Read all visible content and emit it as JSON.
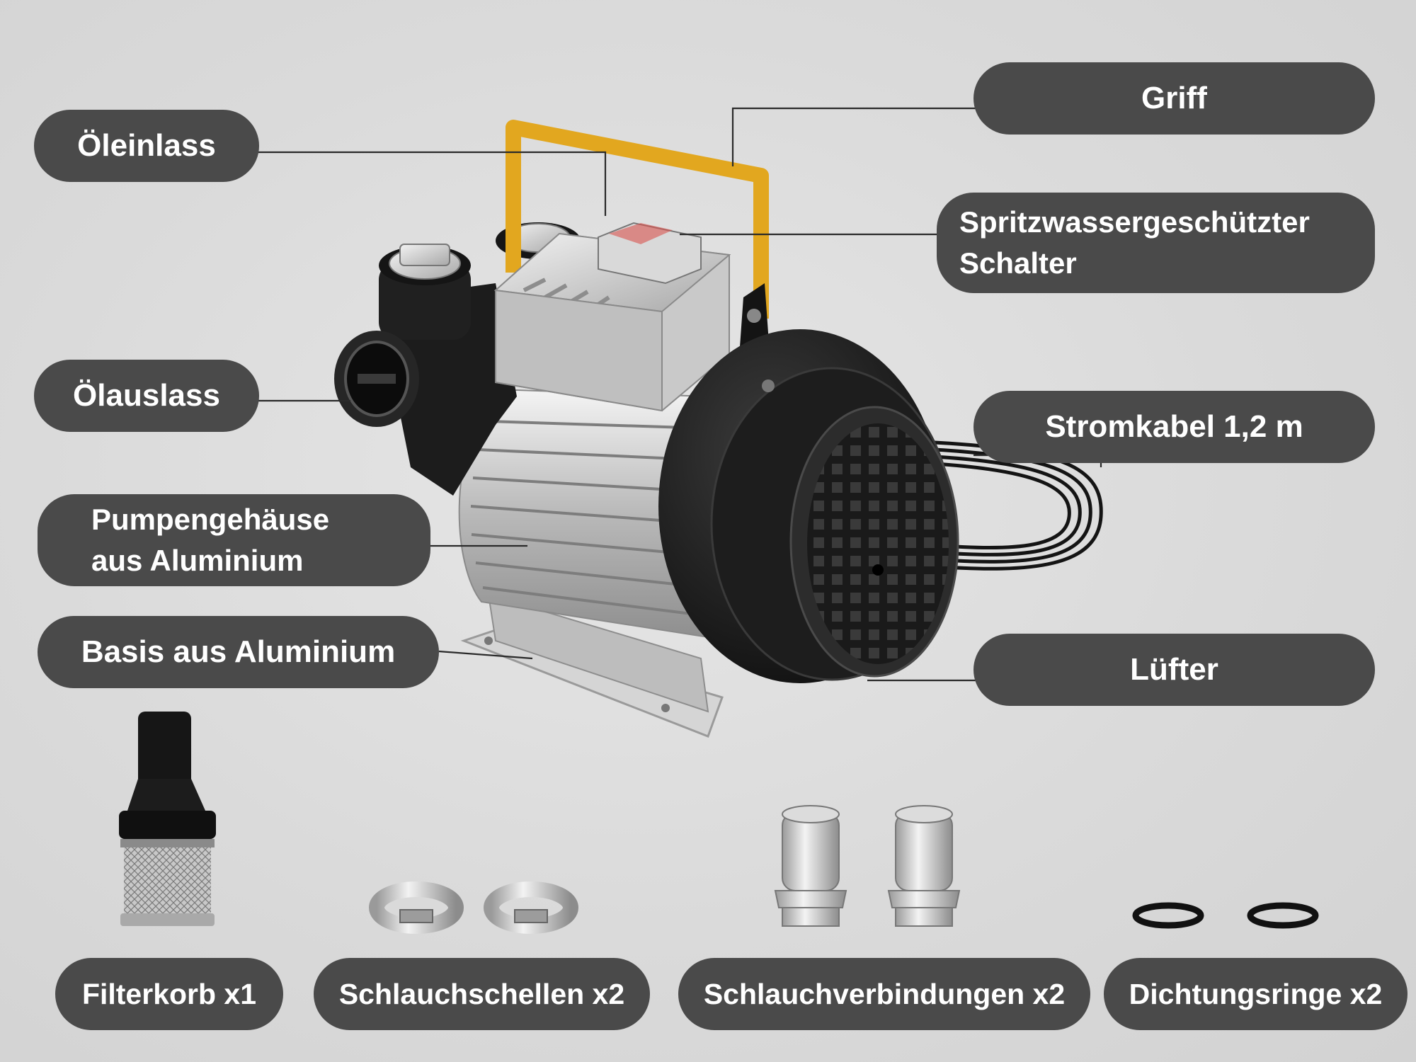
{
  "labels": {
    "griff": "Griff",
    "oeleinlass": "Öleinlass",
    "schalter_line1": "Spritzwassergeschützter",
    "schalter_line2": "Schalter",
    "oelauslass": "Ölauslass",
    "stromkabel": "Stromkabel 1,2 m",
    "gehaeuse_line1": "Pumpengehäuse",
    "gehaeuse_line2": "aus Aluminium",
    "basis": "Basis aus Aluminium",
    "luefter": "Lüfter"
  },
  "accessories": {
    "filterkorb": "Filterkorb x1",
    "schlauchschellen": "Schlauchschellen x2",
    "schlauchverbindungen": "Schlauchverbindungen x2",
    "dichtungsringe": "Dichtungsringe x2"
  },
  "colors": {
    "pill_background": "#4a4a4a",
    "pill_text": "#ffffff",
    "handle": "#e2a71f",
    "background": "#dcdcdc"
  }
}
